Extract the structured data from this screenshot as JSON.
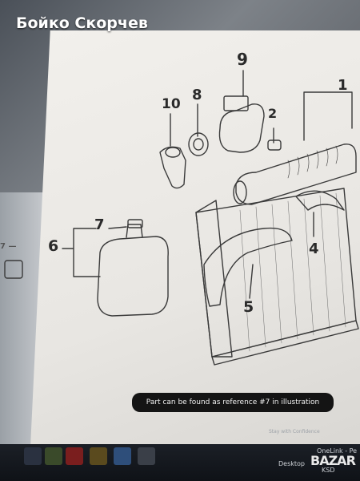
{
  "watermark": {
    "seller_name": "Бойко Скорчев"
  },
  "diagram": {
    "refs": [
      "1",
      "2",
      "4",
      "5",
      "6",
      "7",
      "8",
      "9",
      "10"
    ],
    "ref_dash_left": "7 —"
  },
  "tooltip": {
    "text": "Part can be found as reference #7 in illustration"
  },
  "notification": {
    "line1": "",
    "stay_label": "Stay with Confidence",
    "onelink_label": "OneLink - Pe",
    "desktop_label": "Desktop",
    "ksd_label": "KSD"
  },
  "logo": {
    "text": "BAZAR"
  },
  "colors": {
    "tooltip_bg": "#141414",
    "taskbar_bg": "#0f1217",
    "line_ink": "#3a3a3a"
  }
}
